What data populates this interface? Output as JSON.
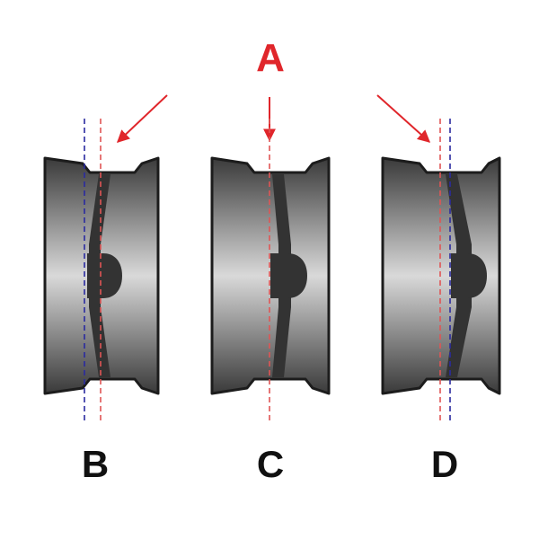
{
  "labels": {
    "top": "A",
    "left": "B",
    "middle": "C",
    "right": "D"
  },
  "colors": {
    "accent_red": "#e0262b",
    "centerline_red": "#e05555",
    "centerline_blue": "#2a2aa0",
    "rim_outline": "#1c1c1c",
    "hub_disc": "#333333",
    "label_black": "#111111"
  }
}
